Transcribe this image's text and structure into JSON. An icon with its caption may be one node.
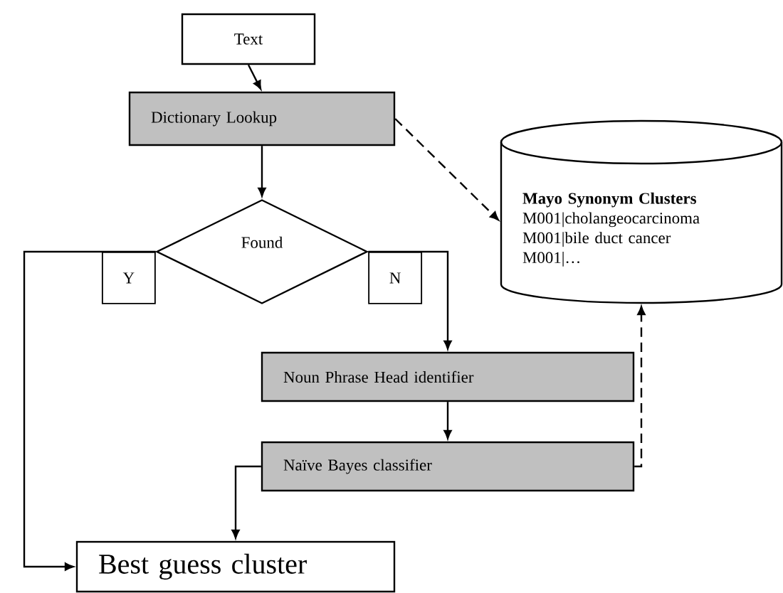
{
  "diagram": {
    "nodes": [
      {
        "text": [
          "Text"
        ]
      },
      {
        "text": [
          "Dictionary Lookup"
        ]
      },
      {
        "text": [
          "Found"
        ]
      },
      {
        "text": [
          "Noun Phrase Head identifier"
        ]
      },
      {
        "text": [
          "Naïve Bayes classifier"
        ]
      },
      {
        "text": [
          "Best guess cluster"
        ]
      },
      {
        "text": [
          "Mayo Synonym Clusters",
          "M001|cholangeocarcinoma",
          "M001|bile duct cancer",
          "M001|…"
        ]
      }
    ],
    "edges": [
      {
        "from": 0,
        "to": 1,
        "arrow": "to"
      },
      {
        "from": 1,
        "to": 2,
        "arrow": "to"
      },
      {
        "from": 2,
        "to": 5,
        "arrow": "to",
        "label": "Y"
      },
      {
        "from": 2,
        "to": 3,
        "arrow": "to",
        "label": "N"
      },
      {
        "from": 3,
        "to": 4,
        "arrow": "to"
      },
      {
        "from": 4,
        "to": 5,
        "arrow": "to"
      },
      {
        "from": 1,
        "to": 6,
        "arrow": "to",
        "style": "dashed"
      },
      {
        "from": 4,
        "to": 6,
        "arrow": "to",
        "style": "dashed"
      }
    ]
  }
}
